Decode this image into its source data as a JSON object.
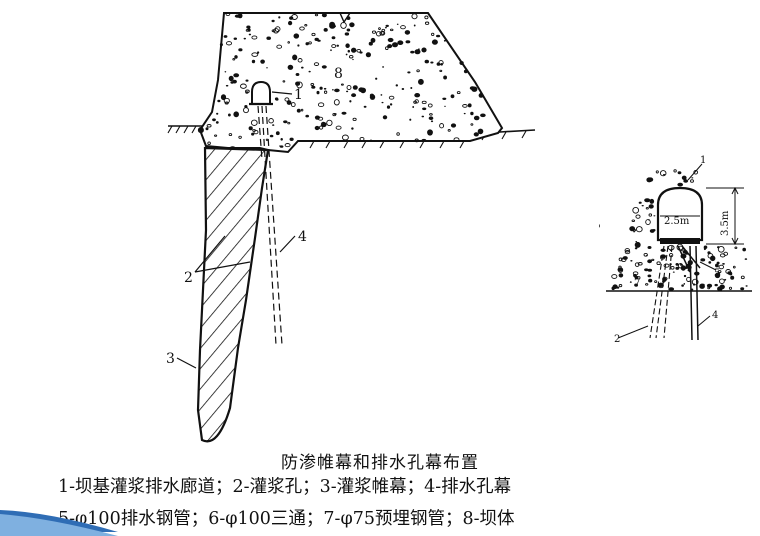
{
  "diagram": {
    "main_labels": {
      "dam_body": "8",
      "gallery": "1",
      "curtain_holes": "2",
      "grout_curtain": "3",
      "drain_curtain": "4"
    },
    "detail_labels": {
      "gallery": "1",
      "width": "2.5m",
      "height": "3.5m",
      "curtain_holes": "2",
      "drain_curtain": "4",
      "fitting_a": "5",
      "fitting_b": "7"
    }
  },
  "caption": {
    "title": "防渗帷幕和排水孔幕布置",
    "line1": "1-坝基灌浆排水廊道；2-灌浆孔；3-灌浆帷幕；4-排水孔幕",
    "line2": "5-φ100排水钢管；6-φ100三通；7-φ75预埋钢管；8-坝体"
  },
  "colors": {
    "ink": "#111111",
    "accent": "#2f6db5"
  }
}
